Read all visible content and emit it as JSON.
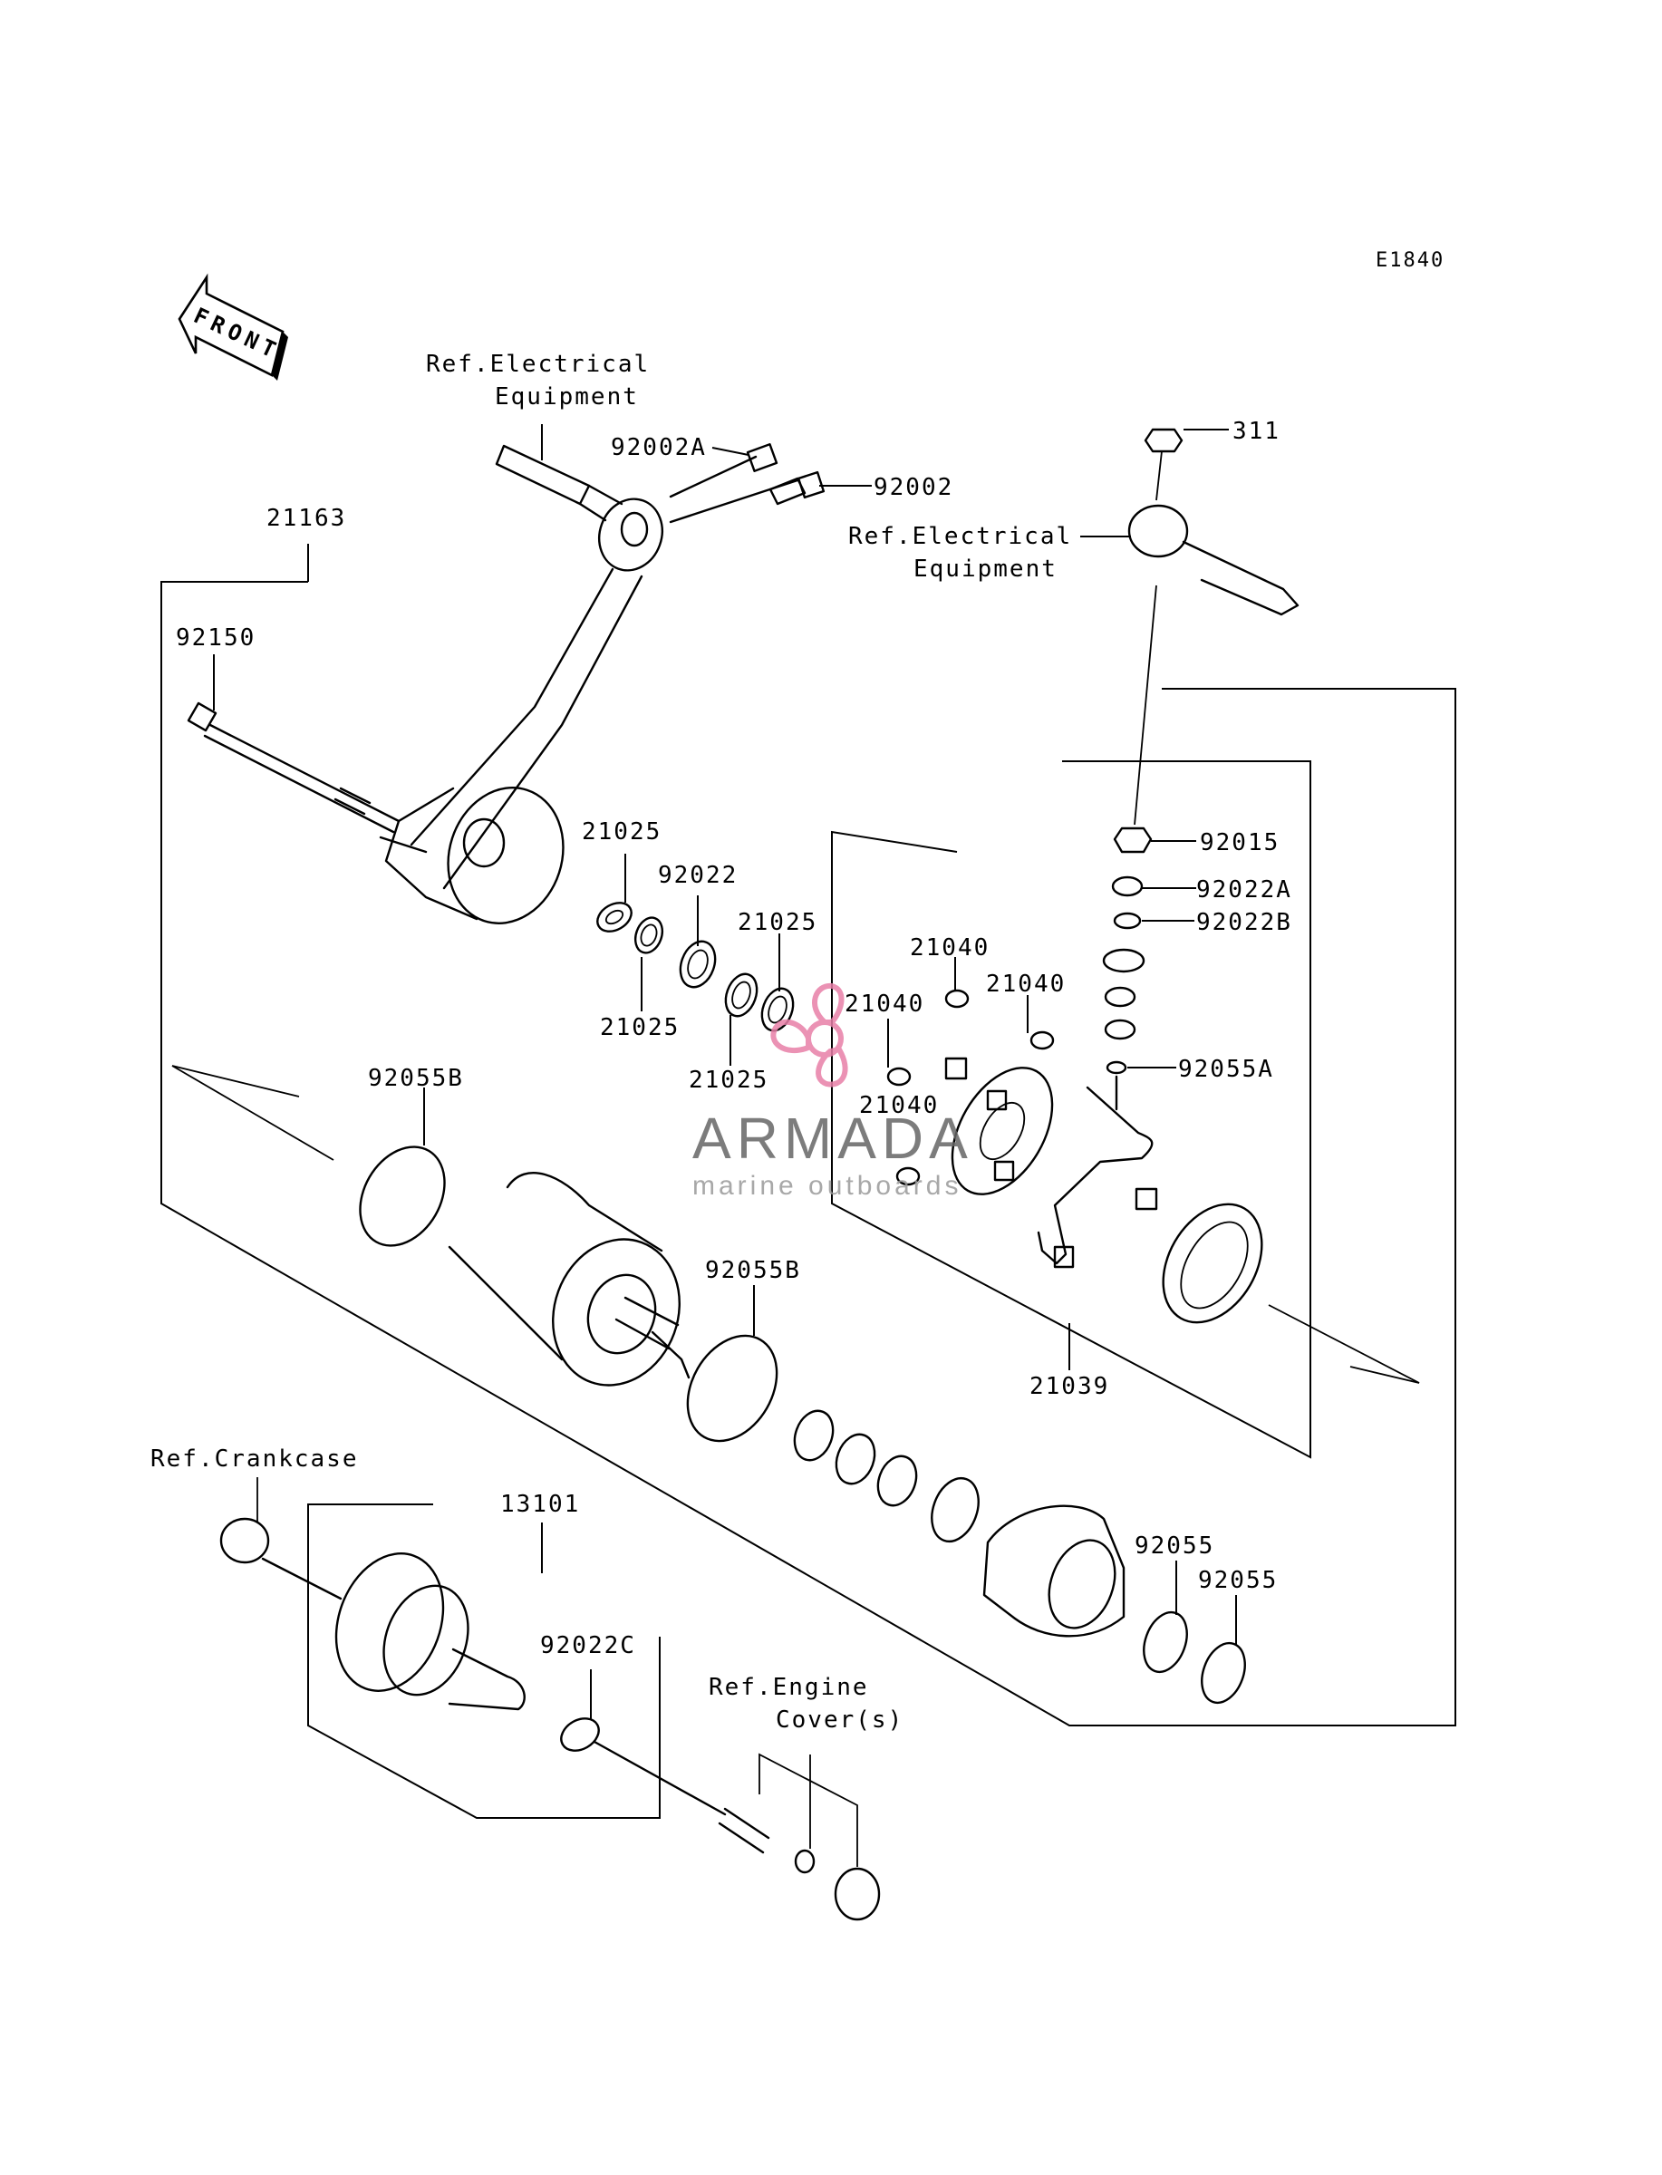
{
  "diagram_code": "E1840",
  "front_marker": "FRONT",
  "refs": {
    "electrical_1_line1": "Ref.Electrical",
    "electrical_1_line2": "Equipment",
    "electrical_2_line1": "Ref.Electrical",
    "electrical_2_line2": "Equipment",
    "crankcase": "Ref.Crankcase",
    "engine_cover_line1": "Ref.Engine",
    "engine_cover_line2": "Cover(s)"
  },
  "parts": {
    "p21163": "21163",
    "p92150": "92150",
    "p92002A": "92002A",
    "p92002": "92002",
    "p311": "311",
    "p21025_a": "21025",
    "p92022": "92022",
    "p21025_b": "21025",
    "p21025_c": "21025",
    "p21025_d": "21025",
    "p21040_a": "21040",
    "p21040_b": "21040",
    "p21040_c": "21040",
    "p21040_d": "21040",
    "p92015": "92015",
    "p92022A": "92022A",
    "p92022B": "92022B",
    "p92055A": "92055A",
    "p92055B_a": "92055B",
    "p92055B_b": "92055B",
    "p21039": "21039",
    "p92055_a": "92055",
    "p92055_b": "92055",
    "p13101": "13101",
    "p92022C": "92022C"
  },
  "watermark": {
    "title": "ARMADA",
    "subtitle": "marine outboards",
    "accent_color": "#e87fa8"
  }
}
